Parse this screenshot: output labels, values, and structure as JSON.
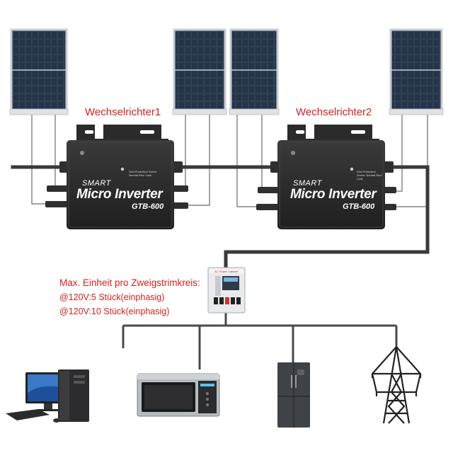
{
  "inverters": [
    {
      "label": "Wechselrichter1",
      "brand": "SMART",
      "title": "Micro Inverter",
      "model": "GTB-600",
      "panel_text": "Grid Protection  Green: Normal  Red: Lock"
    },
    {
      "label": "Wechselrichter2",
      "brand": "SMART",
      "title": "Micro Inverter",
      "model": "GTB-600",
      "panel_text": "Grid Protection  Green: Normal  Red: Lock"
    }
  ],
  "info": {
    "heading": "Max. Einheit pro Zweigstrimkreis:",
    "line1": "@120V:5 Stück(einphasig)",
    "line2": "@120V:10 Stück(einphasig)"
  },
  "combiner": {
    "title": "AC Power Cabinet"
  },
  "colors": {
    "label_red": "#d42020",
    "wire": "#3a3a3a",
    "inverter_body": "#2a2a2b",
    "panel_cells": "#1d2a38"
  },
  "icons": [
    "solar-panel-icon",
    "micro-inverter-icon",
    "distribution-box-icon",
    "desktop-computer-icon",
    "microwave-icon",
    "refrigerator-icon",
    "power-tower-icon"
  ]
}
